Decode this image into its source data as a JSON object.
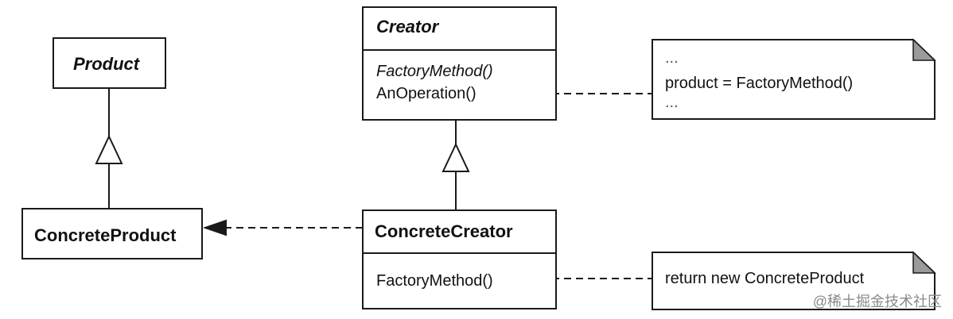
{
  "product": {
    "name": "Product"
  },
  "concrete_product": {
    "name": "ConcreteProduct"
  },
  "creator": {
    "name": "Creator",
    "operations": [
      "FactoryMethod()",
      "AnOperation()"
    ]
  },
  "concrete_creator": {
    "name": "ConcreteCreator",
    "operations": [
      "FactoryMethod()"
    ]
  },
  "notes": {
    "creator_note": [
      "...",
      "product = FactoryMethod()",
      "..."
    ],
    "concrete_creator_note": [
      "return new ConcreteProduct"
    ]
  },
  "watermark": "@稀土掘金技术社区"
}
